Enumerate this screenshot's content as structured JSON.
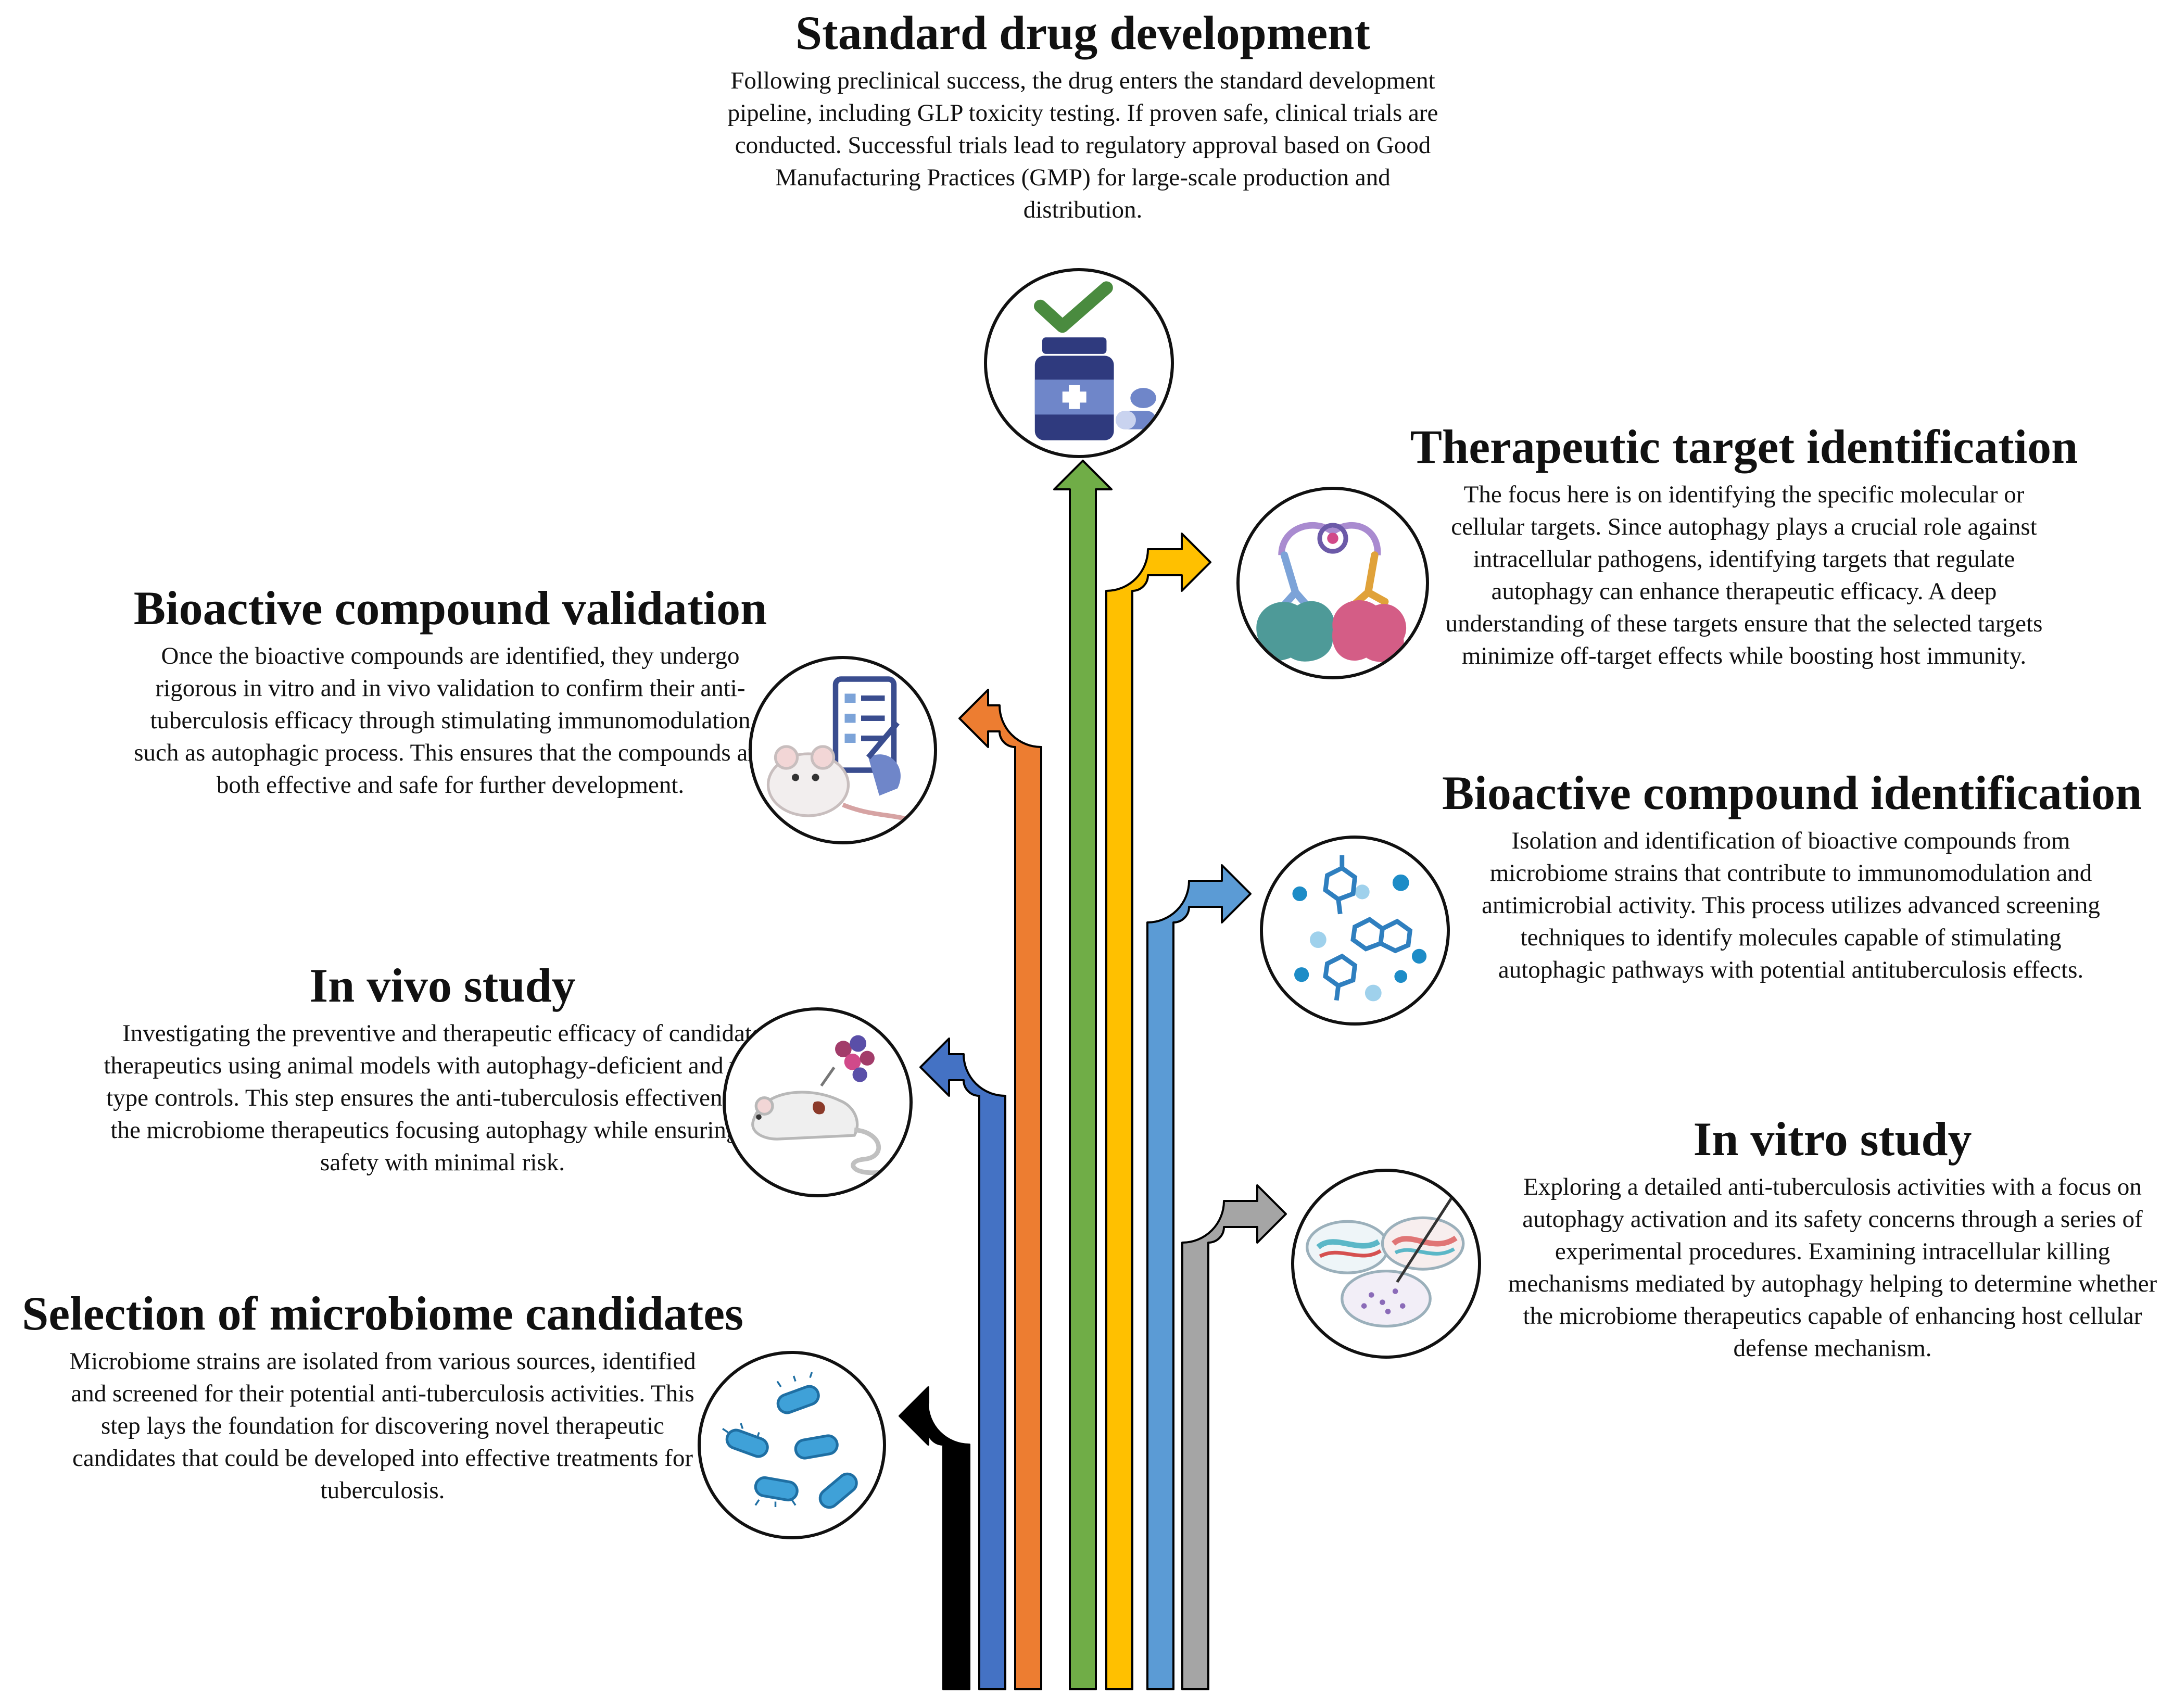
{
  "steps": {
    "standard": {
      "title": "Standard drug development",
      "description": "Following preclinical success, the drug enters the standard development pipeline, including GLP toxicity testing. If proven safe, clinical trials are conducted. Successful trials lead to regulatory approval based on Good Manufacturing Practices (GMP) for large-scale production and distribution.",
      "icon": "medicine-bottle-check-icon"
    },
    "target": {
      "title": "Therapeutic target identification",
      "description": "The focus here is on identifying the specific molecular or cellular targets. Since autophagy plays a crucial role against intracellular pathogens, identifying targets that regulate autophagy can enhance therapeutic efficacy. A deep understanding of these targets ensure that the selected targets minimize off-target effects while boosting host immunity.",
      "icon": "receptor-protein-icon"
    },
    "validation": {
      "title": "Bioactive compound validation",
      "description": "Once the bioactive compounds are identified, they undergo rigorous in vitro and in vivo validation to confirm their anti-tuberculosis efficacy through stimulating immunomodulation such as autophagic process. This ensures that the compounds are both effective and safe for further development.",
      "icon": "mouse-checklist-icon"
    },
    "identification": {
      "title": "Bioactive compound identification",
      "description": "Isolation and identification of bioactive compounds from microbiome strains that contribute to immunomodulation and antimicrobial activity. This process utilizes advanced screening techniques to identify molecules capable of stimulating autophagic pathways with potential antituberculosis effects.",
      "icon": "molecules-icon"
    },
    "invivo": {
      "title": "In vivo study",
      "description": "Investigating the preventive and therapeutic efficacy of candidate therapeutics using animal models with autophagy-deficient and wild-type controls. This step ensures the anti-tuberculosis effectiveness of the microbiome therapeutics focusing autophagy while ensuring the safety with minimal risk.",
      "icon": "lab-rat-icon"
    },
    "invitro": {
      "title": "In vitro study",
      "description": "Exploring a detailed anti-tuberculosis activities with a focus on autophagy activation and its safety concerns through a series of experimental procedures. Examining intracellular killing mechanisms mediated by autophagy helping to determine whether the microbiome therapeutics  capable of enhancing host cellular defense mechanism.",
      "icon": "petri-dishes-icon"
    },
    "selection": {
      "title": "Selection of microbiome candidates",
      "description": "Microbiome strains are isolated from various sources, identified and screened for their potential anti-tuberculosis activities. This step lays the foundation for discovering novel therapeutic candidates that could be developed into effective treatments for tuberculosis.",
      "icon": "bacteria-icon"
    }
  },
  "arrow_colors": {
    "selection": "#000000",
    "invivo": "#4472c4",
    "validation": "#ed7d31",
    "standard": "#70ad47",
    "target": "#ffc000",
    "identification": "#5b9bd5",
    "invitro": "#a5a5a5"
  }
}
